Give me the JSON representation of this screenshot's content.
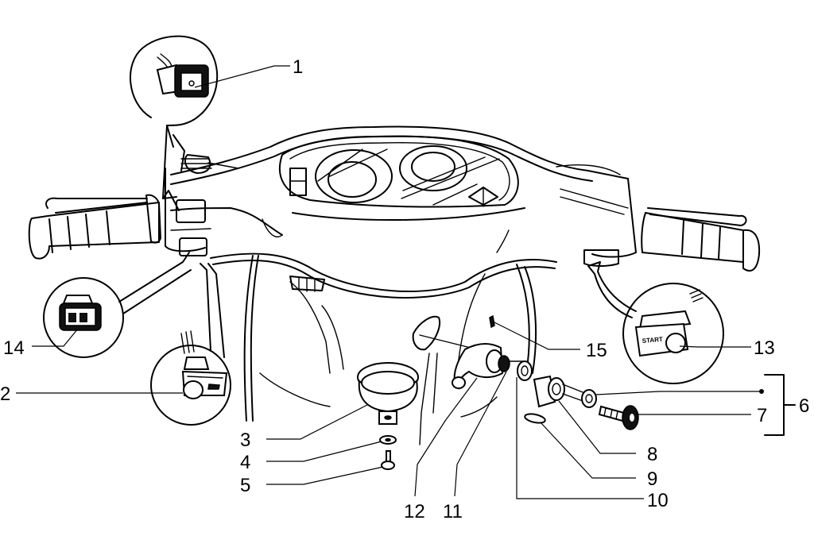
{
  "diagram": {
    "type": "exploded-parts-diagram",
    "subject": "scooter handlebar with switches, horn and ignition lock",
    "callouts": [
      {
        "number": "1",
        "part": "light switch (inset)"
      },
      {
        "number": "2",
        "part": "horn button (inset)"
      },
      {
        "number": "3",
        "part": "horn"
      },
      {
        "number": "4",
        "part": "washer"
      },
      {
        "number": "5",
        "part": "screw"
      },
      {
        "number": "6",
        "part": "lock assembly (bracket: 7 and key ring)"
      },
      {
        "number": "7",
        "part": "key"
      },
      {
        "number": "8",
        "part": "lock cylinder"
      },
      {
        "number": "9",
        "part": "seal ring"
      },
      {
        "number": "10",
        "part": "bushing"
      },
      {
        "number": "11",
        "part": "spring / ring"
      },
      {
        "number": "12",
        "part": "ignition lock body"
      },
      {
        "number": "13",
        "part": "start button (inset)"
      },
      {
        "number": "14",
        "part": "turn signal switch (inset)"
      },
      {
        "number": "15",
        "part": "fixing screw"
      }
    ],
    "inset_text": {
      "start_button": "START"
    }
  }
}
